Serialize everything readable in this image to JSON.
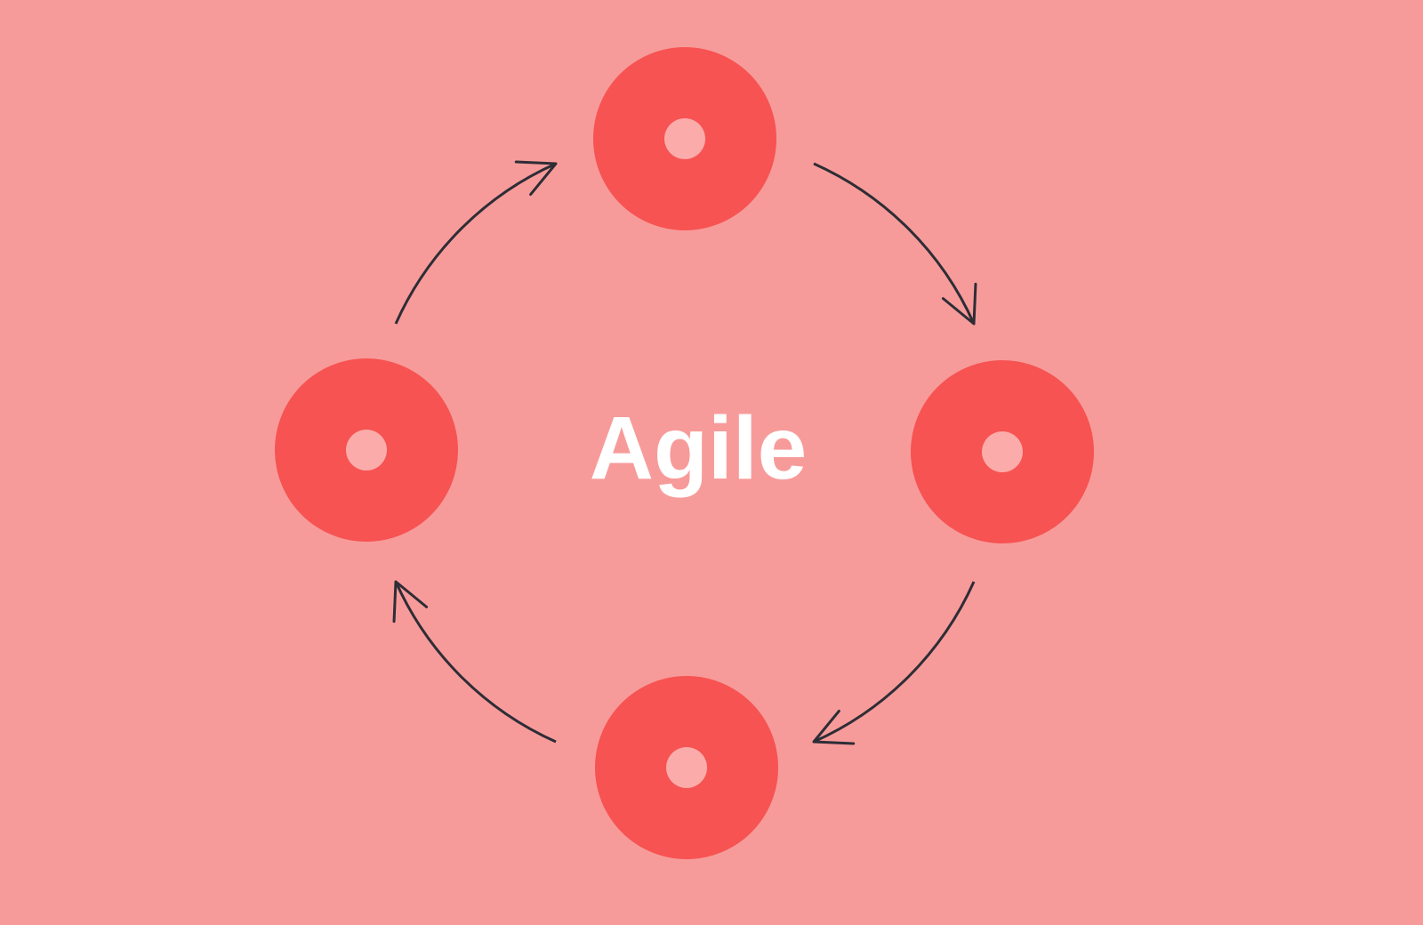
{
  "diagram": {
    "type": "cycle",
    "center_label": "Agile",
    "direction": "clockwise",
    "nodes": [
      {
        "id": "top"
      },
      {
        "id": "right"
      },
      {
        "id": "bottom"
      },
      {
        "id": "left"
      }
    ],
    "flow": [
      "left",
      "top",
      "right",
      "bottom",
      "left"
    ]
  },
  "colors": {
    "background": "#F79B9A",
    "node_fill": "#F65352",
    "node_center_dot": "#FBACAA",
    "arrow": "#2E2D36",
    "center_label_text": "#FFFFFF"
  }
}
